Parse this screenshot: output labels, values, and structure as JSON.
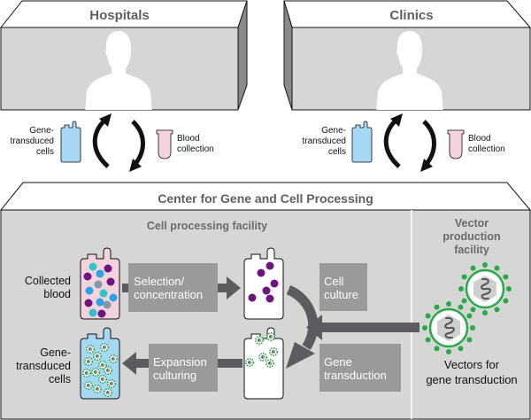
{
  "colors": {
    "box_fill": "#d6d6d6",
    "box_side": "#8a8a8a",
    "roof_fill": "#ffffff",
    "step_box": "#9a9a9a",
    "arrow": "#5c5c60",
    "bottle_blue": "#a6d8f5",
    "bottle_pink": "#f3d3dc",
    "cell_purple": "#6e1480",
    "cell_teal": "#2ec4c9",
    "cell_blue": "#2aa3e8",
    "cell_grey": "#7d9aa6",
    "virus_green": "#2aa84a"
  },
  "top_boxes": [
    {
      "title": "Hospitals",
      "left_label": [
        "Gene-",
        "transduced",
        "cells"
      ],
      "right_label": [
        "Blood",
        "collection"
      ]
    },
    {
      "title": "Clinics",
      "left_label": [
        "Gene-",
        "transduced",
        "cells"
      ],
      "right_label": [
        "Blood",
        "collection"
      ]
    }
  ],
  "center": {
    "title": "Center for Gene and Cell Processing",
    "cell_facility_title": "Cell processing facility",
    "vector_facility_title": [
      "Vector",
      "production",
      "facility"
    ],
    "collected_blood": [
      "Collected",
      "blood"
    ],
    "gene_transduced_cells": [
      "Gene-",
      "transduced",
      "cells"
    ],
    "steps": {
      "selection": [
        "Selection/",
        "concentration"
      ],
      "cell_culture": [
        "Cell",
        "culture"
      ],
      "gene_transduction": [
        "Gene",
        "transduction"
      ],
      "expansion": [
        "Expansion",
        "culturing"
      ]
    },
    "vectors_label": [
      "Vectors for",
      "gene transduction"
    ]
  }
}
